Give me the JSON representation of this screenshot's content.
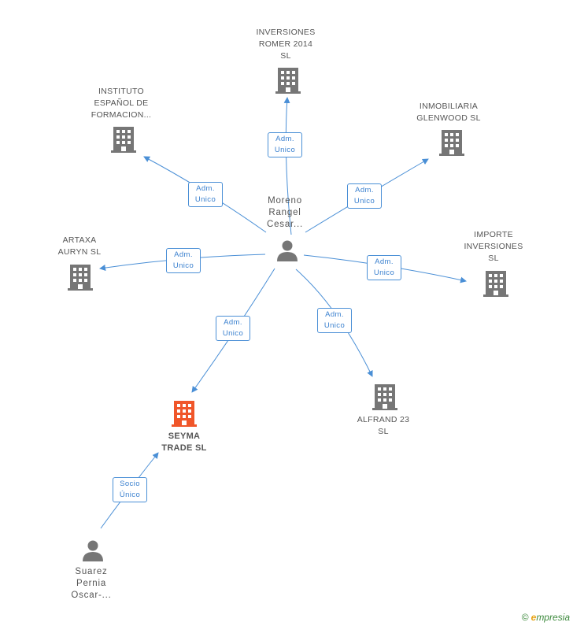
{
  "colors": {
    "edge": "#4a8fd6",
    "building": "#767676",
    "building_focus": "#f0562a",
    "person": "#767676"
  },
  "center_person": {
    "name": "Moreno\nRangel\nCesar...",
    "icon": "person-icon"
  },
  "other_person": {
    "name": "Suarez\nPernia\nOscar-...",
    "icon": "person-icon"
  },
  "focus_company": {
    "name": "SEYMA\nTRADE SL",
    "icon": "building-icon"
  },
  "companies": [
    {
      "id": "inversiones",
      "name": "INVERSIONES\nROMER 2014\nSL",
      "edge_label": "Adm.\nUnico"
    },
    {
      "id": "instituto",
      "name": "INSTITUTO\nESPAÑOL DE\nFORMACION...",
      "edge_label": "Adm.\nUnico"
    },
    {
      "id": "inmobiliaria",
      "name": "INMOBILIARIA\nGLENWOOD SL",
      "edge_label": "Adm.\nUnico"
    },
    {
      "id": "artaxa",
      "name": "ARTAXA\nAURYN SL",
      "edge_label": "Adm.\nUnico"
    },
    {
      "id": "importe",
      "name": "IMPORTE\nINVERSIONES\nSL",
      "edge_label": "Adm.\nUnico"
    },
    {
      "id": "alfrand",
      "name": "ALFRAND 23\nSL",
      "edge_label": "Adm.\nUnico"
    },
    {
      "id": "seyma",
      "name": "",
      "edge_label": "Adm.\nUnico"
    }
  ],
  "socio_edge_label": "Socio\nÚnico",
  "footer": {
    "copyright": "©",
    "brand_initial": "e",
    "brand_rest": "mpresia"
  }
}
